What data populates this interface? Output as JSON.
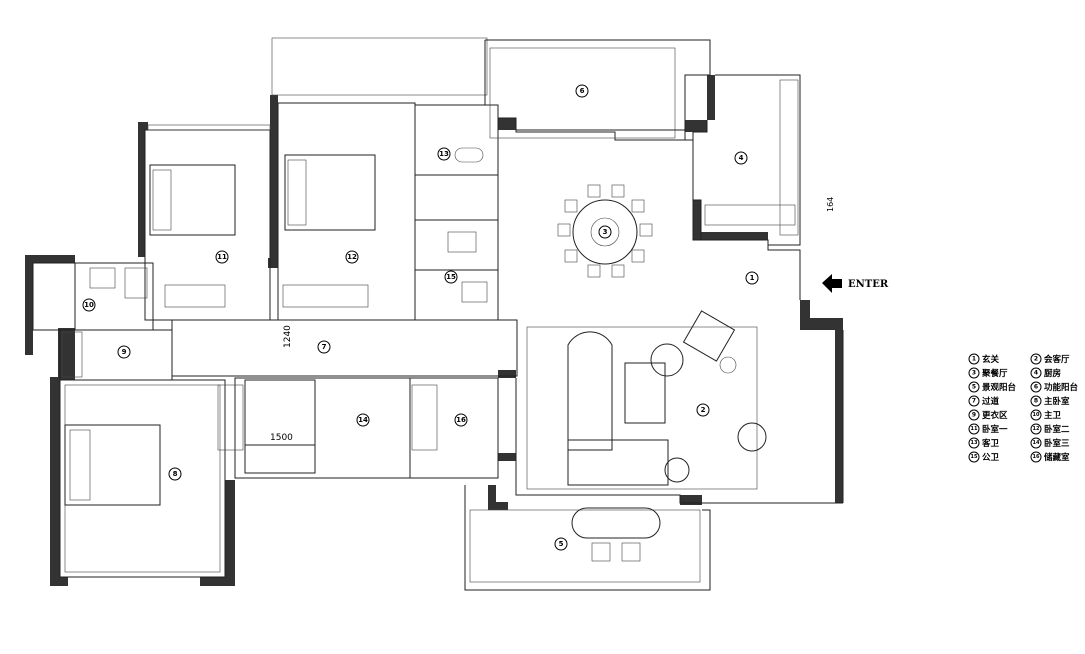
{
  "rooms": [
    {
      "id": "1"
    },
    {
      "id": "2"
    },
    {
      "id": "3"
    },
    {
      "id": "4"
    },
    {
      "id": "5"
    },
    {
      "id": "6"
    },
    {
      "id": "7"
    },
    {
      "id": "8"
    },
    {
      "id": "9"
    },
    {
      "id": "10"
    },
    {
      "id": "11"
    },
    {
      "id": "12"
    },
    {
      "id": "13"
    },
    {
      "id": "14"
    },
    {
      "id": "15"
    },
    {
      "id": "16"
    }
  ],
  "dimensions": {
    "corridor_width": "1240",
    "bay_width": "1500",
    "door_width": "164"
  },
  "entrance_label": "ENTER",
  "legend": [
    {
      "num": "1",
      "label": "玄关"
    },
    {
      "num": "2",
      "label": "会客厅"
    },
    {
      "num": "3",
      "label": "聚餐厅"
    },
    {
      "num": "4",
      "label": "厨房"
    },
    {
      "num": "5",
      "label": "景观阳台"
    },
    {
      "num": "6",
      "label": "功能阳台"
    },
    {
      "num": "7",
      "label": "过道"
    },
    {
      "num": "8",
      "label": "主卧室"
    },
    {
      "num": "9",
      "label": "更衣区"
    },
    {
      "num": "10",
      "label": "主卫"
    },
    {
      "num": "11",
      "label": "卧室一"
    },
    {
      "num": "12",
      "label": "卧室二"
    },
    {
      "num": "13",
      "label": "客卫"
    },
    {
      "num": "14",
      "label": "卧室三"
    },
    {
      "num": "15",
      "label": "公卫"
    },
    {
      "num": "16",
      "label": "储藏室"
    }
  ]
}
